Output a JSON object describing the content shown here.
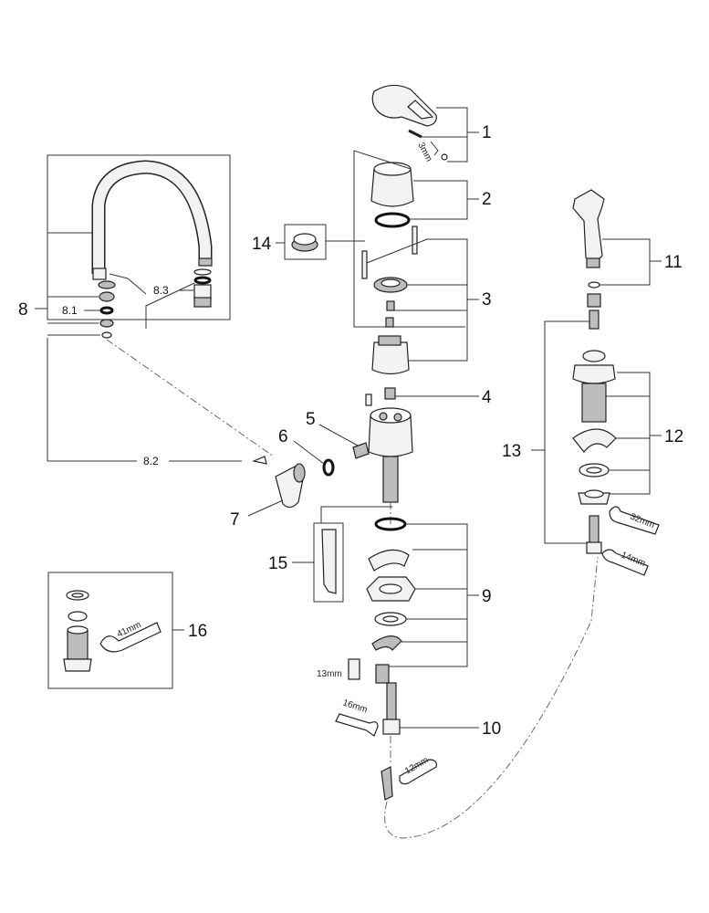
{
  "diagram": {
    "callouts": {
      "c1": "1",
      "c2": "2",
      "c3": "3",
      "c4": "4",
      "c5": "5",
      "c6": "6",
      "c7": "7",
      "c8": "8",
      "c8_1": "8.1",
      "c8_2": "8.2",
      "c8_3": "8.3",
      "c9": "9",
      "c10": "10",
      "c11": "11",
      "c12": "12",
      "c13": "13",
      "c14": "14",
      "c15": "15",
      "c16": "16"
    },
    "tool_sizes": {
      "hex_key": "3mm",
      "nut_13": "13mm",
      "wrench_16": "16mm",
      "wrench_12": "12mm",
      "wrench_41": "41mm",
      "wrench_32": "32mm",
      "wrench_14": "14mm"
    }
  }
}
